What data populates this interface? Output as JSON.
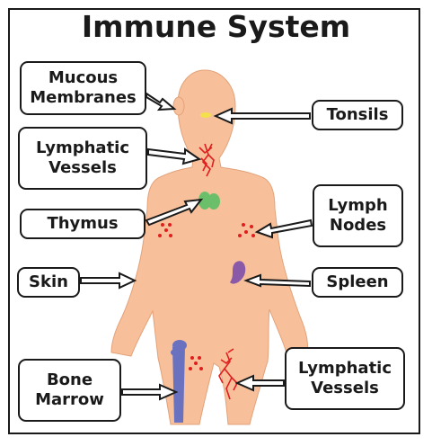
{
  "title": "Immune System",
  "labels": {
    "mucous_membranes": "Mucous\nMembranes",
    "tonsils": "Tonsils",
    "lymphatic_vessels_neck": "Lymphatic\nVessels",
    "thymus": "Thymus",
    "lymph_nodes": "Lymph\nNodes",
    "skin": "Skin",
    "spleen": "Spleen",
    "bone_marrow": "Bone\nMarrow",
    "lymphatic_vessels_legs": "Lymphatic\nVessels"
  },
  "colors": {
    "skin": "#f8c09a",
    "skin_outline": "#e2a27a",
    "thymus": "#6bbf6a",
    "spleen": "#8a5aa8",
    "bone": "#6a72c0",
    "lymph": "#e01e1e",
    "tonsils": "#f3e04a",
    "text": "#1a1a1a"
  }
}
